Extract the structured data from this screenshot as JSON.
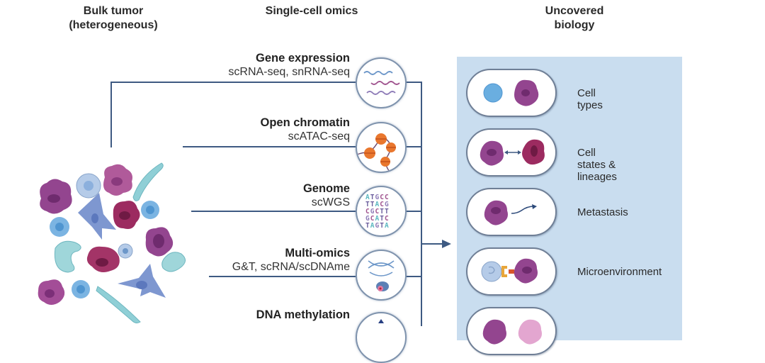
{
  "columns": {
    "bulk_title_line1": "Bulk tumor",
    "bulk_title_line2": "(heterogeneous)",
    "omics_title": "Single-cell omics",
    "biology_title_line1": "Uncovered",
    "biology_title_line2": "biology"
  },
  "omics": [
    {
      "title": "Gene expression",
      "subtitle": "scRNA-seq, snRNA-seq",
      "icon": "rna-strands-icon"
    },
    {
      "title": "Open chromatin",
      "subtitle": "scATAC-seq",
      "icon": "nucleosomes-icon"
    },
    {
      "title": "Genome",
      "subtitle": "scWGS",
      "icon": "dna-sequence-icon",
      "sequence": [
        "ATGCC",
        "TTACG",
        "CGCTT",
        "GCATC",
        "TAGTA"
      ]
    },
    {
      "title": "Multi-omics",
      "subtitle": "G&T, scRNA/scDNAme",
      "icon": "multiomics-icon"
    },
    {
      "title": "DNA methylation",
      "subtitle": "",
      "icon": "methylation-icon"
    }
  ],
  "biology": [
    {
      "label": "Cell types",
      "icon": "cell-types-icon"
    },
    {
      "label": "Cell states & lineages",
      "icon": "cell-states-icon"
    },
    {
      "label": "Metastasis",
      "icon": "metastasis-icon"
    },
    {
      "label": "Microenvironment",
      "icon": "microenvironment-icon"
    },
    {
      "label": "",
      "icon": "cell-pair-icon"
    }
  ],
  "colors": {
    "connector": "#3e5a82",
    "panel": "#c9ddef",
    "tumor_purple": "#8e3c8c",
    "immune_blue": "#6aaee0",
    "fibroblast_teal": "#8fcfd6",
    "nucleosome_orange": "#e9772e"
  }
}
